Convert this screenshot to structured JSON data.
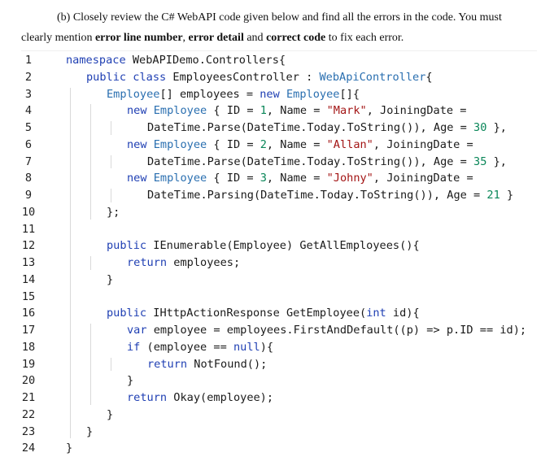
{
  "question": {
    "line1": "(b) Closely review the C# WebAPI code given below and find all the errors in the code. You must",
    "line2_prefix": "clearly mention ",
    "line2_bold1": "error line number",
    "line2_sep1": ", ",
    "line2_bold2": "error detail",
    "line2_sep2": " and ",
    "line2_bold3": "correct code",
    "line2_suffix": " to fix each error."
  },
  "code_lines": [
    {
      "n": "1",
      "indent": 0,
      "tokens": [
        [
          "kw",
          "namespace"
        ],
        [
          "p",
          " WebAPIDemo.Controllers{"
        ]
      ]
    },
    {
      "n": "2",
      "indent": 1,
      "tokens": [
        [
          "kw",
          "public class"
        ],
        [
          "p",
          " EmployeesController : "
        ],
        [
          "ty",
          "WebApiController"
        ],
        [
          "p",
          "{"
        ]
      ]
    },
    {
      "n": "3",
      "indent": 2,
      "tokens": [
        [
          "ty",
          "Employee"
        ],
        [
          "p",
          "[] employees = "
        ],
        [
          "kw",
          "new"
        ],
        [
          "p",
          " "
        ],
        [
          "ty",
          "Employee"
        ],
        [
          "p",
          "[]{"
        ]
      ]
    },
    {
      "n": "4",
      "indent": 3,
      "tokens": [
        [
          "kw",
          "new"
        ],
        [
          "p",
          " "
        ],
        [
          "ty",
          "Employee"
        ],
        [
          "p",
          " { ID = "
        ],
        [
          "nu",
          "1"
        ],
        [
          "p",
          ", Name = "
        ],
        [
          "st",
          "\"Mark\""
        ],
        [
          "p",
          ", JoiningDate ="
        ]
      ]
    },
    {
      "n": "5",
      "indent": 4,
      "tokens": [
        [
          "p",
          "DateTime.Parse(DateTime.Today.ToString()), Age = "
        ],
        [
          "nu",
          "30"
        ],
        [
          "p",
          " },"
        ]
      ]
    },
    {
      "n": "6",
      "indent": 3,
      "tokens": [
        [
          "kw",
          "new"
        ],
        [
          "p",
          " "
        ],
        [
          "ty",
          "Employee"
        ],
        [
          "p",
          " { ID = "
        ],
        [
          "nu",
          "2"
        ],
        [
          "p",
          ", Name = "
        ],
        [
          "st",
          "\"Allan\""
        ],
        [
          "p",
          ", JoiningDate ="
        ]
      ]
    },
    {
      "n": "7",
      "indent": 4,
      "tokens": [
        [
          "p",
          "DateTime.Parse(DateTime.Today.ToString()), Age = "
        ],
        [
          "nu",
          "35"
        ],
        [
          "p",
          " },"
        ]
      ]
    },
    {
      "n": "8",
      "indent": 3,
      "tokens": [
        [
          "kw",
          "new"
        ],
        [
          "p",
          " "
        ],
        [
          "ty",
          "Employee"
        ],
        [
          "p",
          " { ID = "
        ],
        [
          "nu",
          "3"
        ],
        [
          "p",
          ", Name = "
        ],
        [
          "st",
          "\"Johny\""
        ],
        [
          "p",
          ", JoiningDate ="
        ]
      ]
    },
    {
      "n": "9",
      "indent": 4,
      "tokens": [
        [
          "p",
          "DateTime.Parsing(DateTime.Today.ToString()), Age = "
        ],
        [
          "nu",
          "21"
        ],
        [
          "p",
          " }"
        ]
      ]
    },
    {
      "n": "10",
      "indent": 2,
      "tokens": [
        [
          "p",
          "};"
        ]
      ]
    },
    {
      "n": "11",
      "indent": 0,
      "tokens": []
    },
    {
      "n": "12",
      "indent": 2,
      "tokens": [
        [
          "kw",
          "public"
        ],
        [
          "p",
          " IEnumerable(Employee) GetAllEmployees(){"
        ]
      ]
    },
    {
      "n": "13",
      "indent": 3,
      "tokens": [
        [
          "kw",
          "return"
        ],
        [
          "p",
          " employees;"
        ]
      ]
    },
    {
      "n": "14",
      "indent": 2,
      "tokens": [
        [
          "p",
          "}"
        ]
      ]
    },
    {
      "n": "15",
      "indent": 0,
      "tokens": []
    },
    {
      "n": "16",
      "indent": 2,
      "tokens": [
        [
          "kw",
          "public"
        ],
        [
          "p",
          " IHttpActionResponse GetEmployee("
        ],
        [
          "kw",
          "int"
        ],
        [
          "p",
          " id){"
        ]
      ]
    },
    {
      "n": "17",
      "indent": 3,
      "tokens": [
        [
          "kw",
          "var"
        ],
        [
          "p",
          " employee = employees.FirstAndDefault((p) => p.ID == id);"
        ]
      ]
    },
    {
      "n": "18",
      "indent": 3,
      "tokens": [
        [
          "kw",
          "if"
        ],
        [
          "p",
          " (employee == "
        ],
        [
          "kw",
          "null"
        ],
        [
          "p",
          "){"
        ]
      ]
    },
    {
      "n": "19",
      "indent": 4,
      "tokens": [
        [
          "kw",
          "return"
        ],
        [
          "p",
          " NotFound();"
        ]
      ]
    },
    {
      "n": "20",
      "indent": 3,
      "tokens": [
        [
          "p",
          "}"
        ]
      ]
    },
    {
      "n": "21",
      "indent": 3,
      "tokens": [
        [
          "kw",
          "return"
        ],
        [
          "p",
          " Okay(employee);"
        ]
      ]
    },
    {
      "n": "22",
      "indent": 2,
      "tokens": [
        [
          "p",
          "}"
        ]
      ]
    },
    {
      "n": "23",
      "indent": 1,
      "tokens": [
        [
          "p",
          "}"
        ]
      ]
    },
    {
      "n": "24",
      "indent": 0,
      "tokens": [
        [
          "p",
          "}"
        ]
      ]
    }
  ]
}
